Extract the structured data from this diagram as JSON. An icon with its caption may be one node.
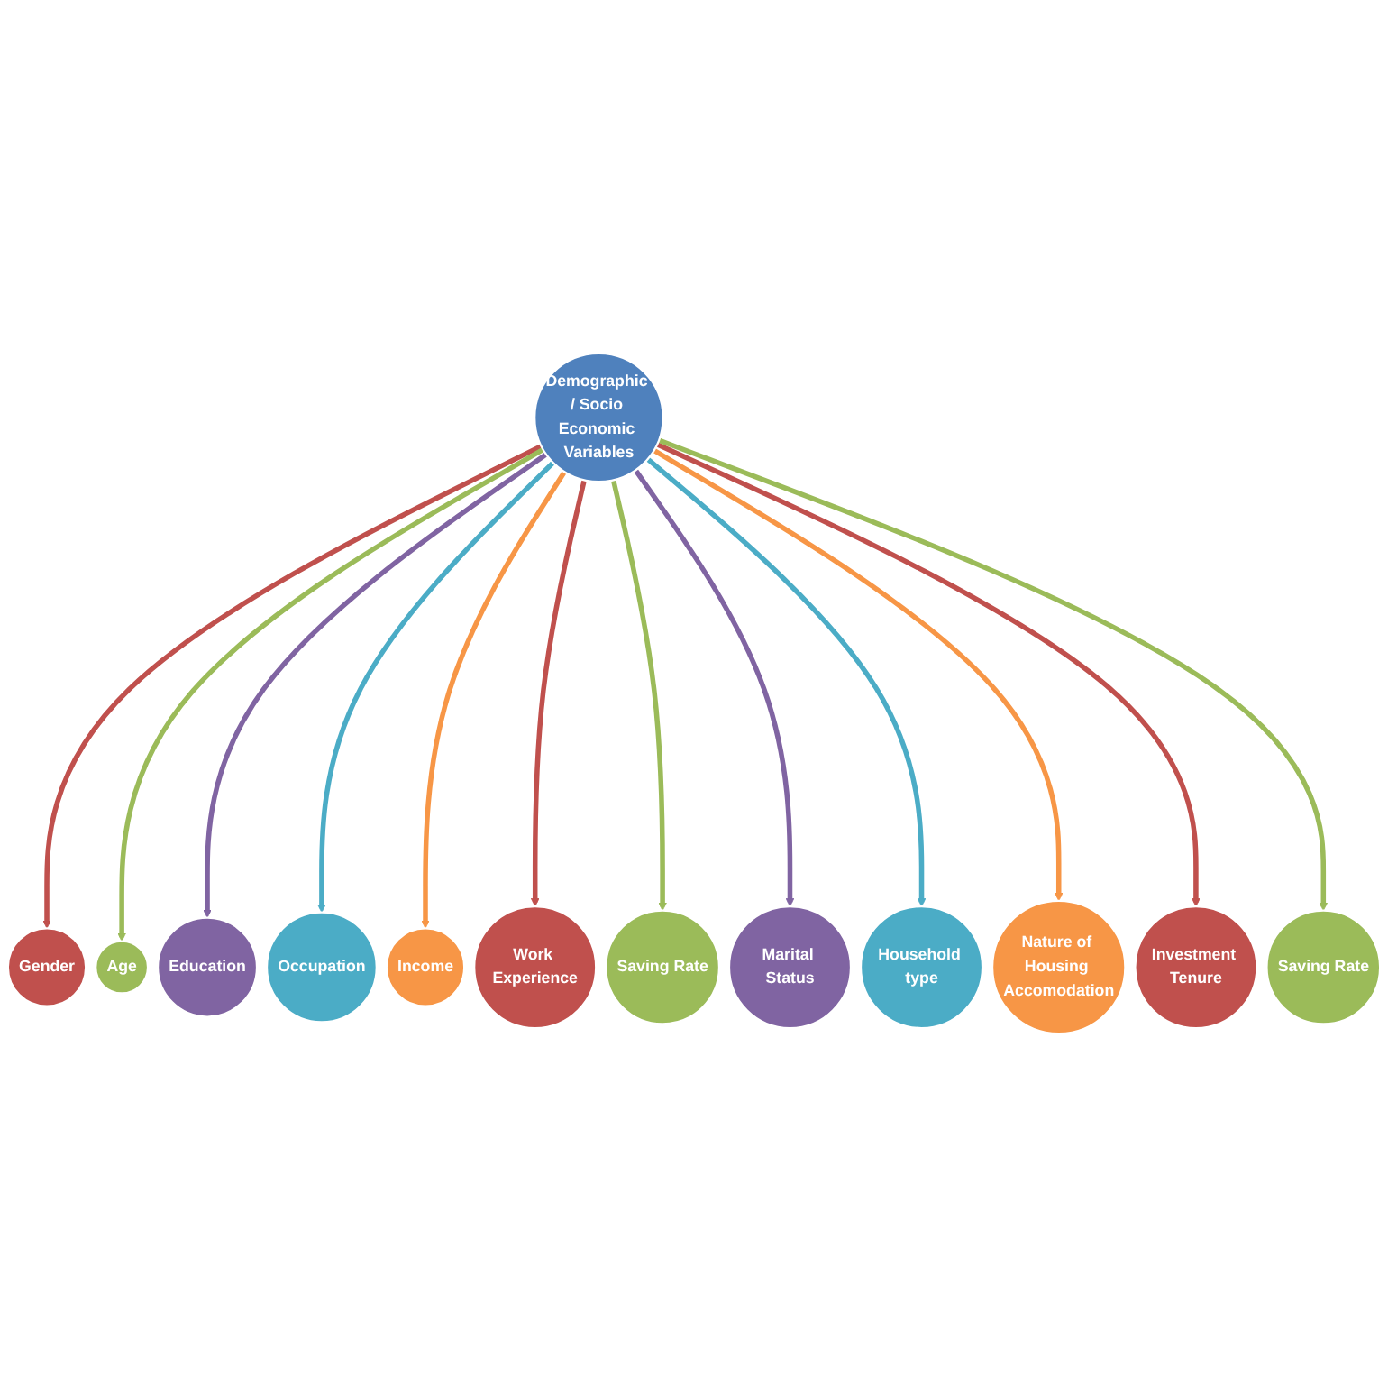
{
  "diagram": {
    "nodes": [
      {
        "text": [
          "Demographic / Socio Economic Variables"
        ]
      },
      {
        "text": [
          "Gender"
        ]
      },
      {
        "text": [
          "Age"
        ]
      },
      {
        "text": [
          "Education"
        ]
      },
      {
        "text": [
          "Occupation"
        ]
      },
      {
        "text": [
          "Income"
        ]
      },
      {
        "text": [
          "Work Experience"
        ]
      },
      {
        "text": [
          "Saving Rate"
        ]
      },
      {
        "text": [
          "Marital Status"
        ]
      },
      {
        "text": [
          "Household type"
        ]
      },
      {
        "text": [
          "Nature of Housing Accomodation"
        ]
      },
      {
        "text": [
          "Investment Tenure"
        ]
      },
      {
        "text": [
          "Saving Rate"
        ]
      }
    ],
    "edges": [
      {
        "from": 0,
        "to": 1,
        "arrow": "to",
        "color": "#c0504d"
      },
      {
        "from": 0,
        "to": 2,
        "arrow": "to",
        "color": "#9bbb59"
      },
      {
        "from": 0,
        "to": 3,
        "arrow": "to",
        "color": "#8064a2"
      },
      {
        "from": 0,
        "to": 4,
        "arrow": "to",
        "color": "#4bacc6"
      },
      {
        "from": 0,
        "to": 5,
        "arrow": "to",
        "color": "#f79646"
      },
      {
        "from": 0,
        "to": 6,
        "arrow": "to",
        "color": "#c0504d"
      },
      {
        "from": 0,
        "to": 7,
        "arrow": "to",
        "color": "#9bbb59"
      },
      {
        "from": 0,
        "to": 8,
        "arrow": "to",
        "color": "#8064a2"
      },
      {
        "from": 0,
        "to": 9,
        "arrow": "to",
        "color": "#4bacc6"
      },
      {
        "from": 0,
        "to": 10,
        "arrow": "to",
        "color": "#f79646"
      },
      {
        "from": 0,
        "to": 11,
        "arrow": "to",
        "color": "#c0504d"
      },
      {
        "from": 0,
        "to": 12,
        "arrow": "to",
        "color": "#9bbb59"
      }
    ]
  }
}
